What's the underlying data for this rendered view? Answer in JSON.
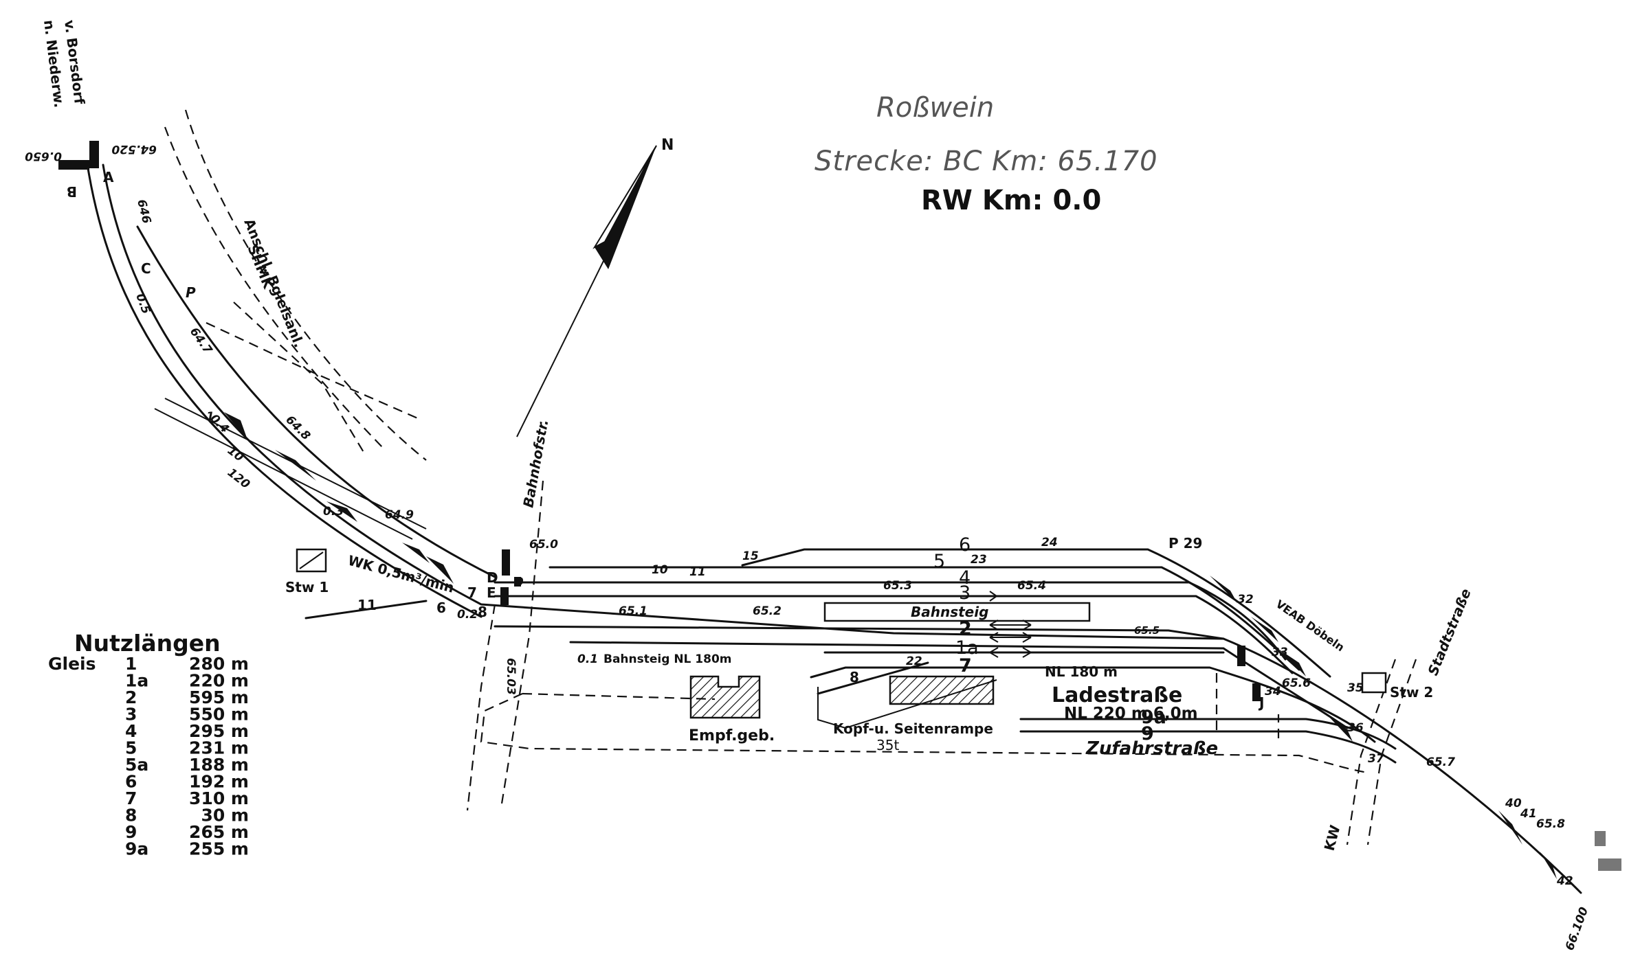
{
  "header": {
    "station": "Roßwein",
    "route_line": "Strecke: BC  Km: 65.170",
    "rw_line": "RW Km:  0.0",
    "north": "N"
  },
  "legend": {
    "title": "Nutzlängen",
    "prefix": "Gleis",
    "rows": [
      {
        "track": "1",
        "length": "280 m"
      },
      {
        "track": "1a",
        "length": "220 m"
      },
      {
        "track": "2",
        "length": "595 m"
      },
      {
        "track": "3",
        "length": "550 m"
      },
      {
        "track": "4",
        "length": "295 m"
      },
      {
        "track": "5",
        "length": "231 m"
      },
      {
        "track": "5a",
        "length": "188 m"
      },
      {
        "track": "6",
        "length": "192 m"
      },
      {
        "track": "7",
        "length": "310 m"
      },
      {
        "track": "8",
        "length": "30 m"
      },
      {
        "track": "9",
        "length": "265 m"
      },
      {
        "track": "9a",
        "length": "255 m"
      }
    ]
  },
  "labels": {
    "dir_a": "v. Borsdorf",
    "dir_b": "n. Niederw.",
    "km_64520": "64.520",
    "km_0650": "0.650",
    "sig_a": "A",
    "sig_b": "B",
    "sig_c": "C",
    "sig_d": "D",
    "sig_e": "E",
    "sig_j": "J",
    "sig_p": "P",
    "km_646": "646",
    "km_05": "0.5",
    "anschl": "Anschl. Bgleisanl.",
    "shmk": "SHMK",
    "km_647": "64.7",
    "km_648": "64.8",
    "km_649": "64.9",
    "km_04": "0.4",
    "km_03": "0.3",
    "km_02": "0.2",
    "km_650": "65.0",
    "km_651": "65.1",
    "km_652": "65.2",
    "km_653": "65.3",
    "km_654": "65.4",
    "km_655": "65.5",
    "km_656": "65.6",
    "km_657": "65.7",
    "km_658": "65.8",
    "km_6503": "65.03",
    "km_01": "0.1",
    "km_66100": "66.100",
    "wk": "WK 0,5m³/min",
    "stw1": "Stw 1",
    "stw2": "Stw 2",
    "bahnhofstr": "Bahnhofstr.",
    "stadtstrasse": "Stadtstraße",
    "bahnsteig": "Bahnsteig",
    "bahnsteig_nl": "Bahnsteig NL 180m",
    "nl180": "NL 180 m",
    "ladestrasse": "Ladestraße",
    "nl220": "NL  220 m 6,0m",
    "zufahrt": "Zufahrstraße",
    "empfgeb": "Empf.geb.",
    "rampe": "Kopf-u. Seitenrampe",
    "rampe_load": "35t",
    "veab": "VEAB Döbeln",
    "kw": "KW",
    "p29": "P 29",
    "lm_120": "120",
    "sw_11": "11",
    "sw_10": "10",
    "sw_6": "6",
    "sw_7": "7",
    "sw_8": "8",
    "sw_9": "9",
    "sw_10b": "10",
    "sw_11b": "11",
    "sw_15": "15",
    "sw_22": "22",
    "sw_23": "23",
    "sw_24": "24",
    "sw_32": "32",
    "sw_33": "33",
    "sw_34": "34",
    "sw_35": "35",
    "sw_36": "36",
    "sw_37": "37",
    "sw_40": "40",
    "sw_41": "41",
    "sw_42": "42",
    "sw_1": "1"
  },
  "tracks": {
    "t6": "6",
    "t5": "5",
    "t4": "4",
    "t3": "3",
    "t2": "2",
    "t1a": "1a",
    "t7": "7",
    "t8": "8",
    "t9a": "9a",
    "t9": "9"
  }
}
